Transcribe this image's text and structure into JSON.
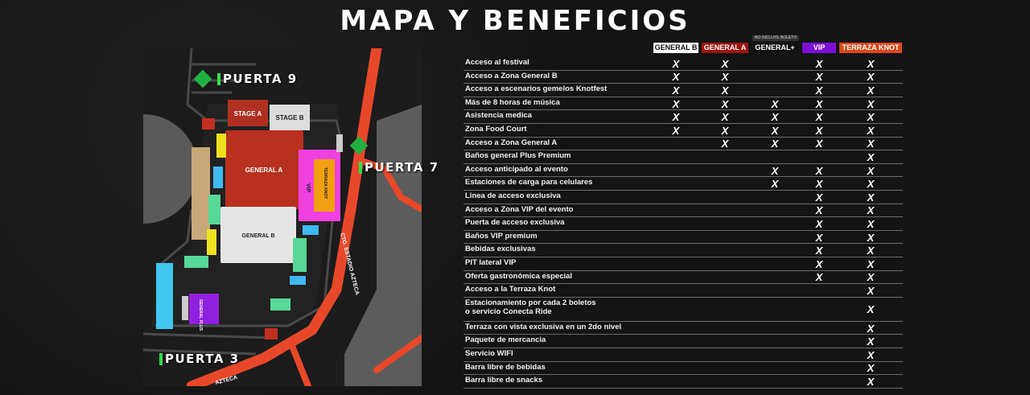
{
  "title": "MAPA Y BENEFICIOS",
  "map": {
    "gates": {
      "puerta9": "PUERTA 9",
      "puerta7": "PUERTA 7",
      "puerta3": "PUERTA 3"
    },
    "labels": {
      "stage_a": "STAGE A",
      "stage_b": "STAGE B",
      "general_a": "GENERAL A",
      "general_b": "GENERAL B",
      "vip": "VIP",
      "terraza": "TERRAZA KNOT",
      "general_plus": "GENERAL PLUS",
      "road": "CTO. ESTADIO AZTECA",
      "road2": "AZTECA"
    }
  },
  "table": {
    "mark": "X",
    "note": "NO INCLUYE BOLETO",
    "columns": [
      {
        "label": "GENERAL B",
        "bg": "#ffffff",
        "fg": "#111111"
      },
      {
        "label": "GENERAL A",
        "bg": "#9c1410",
        "fg": "#ffffff"
      },
      {
        "label": "GENERAL+",
        "bg": "#111111",
        "fg": "#ffffff"
      },
      {
        "label": "VIP",
        "bg": "#7a10d8",
        "fg": "#ffffff"
      },
      {
        "label": "TERRAZA KNOT",
        "bg": "#d8481a",
        "fg": "#ffffff"
      }
    ],
    "rows": [
      {
        "label": "Acceso al festival",
        "marks": [
          1,
          1,
          0,
          1,
          1
        ]
      },
      {
        "label": "Acceso a Zona General B",
        "marks": [
          1,
          1,
          0,
          1,
          1
        ]
      },
      {
        "label": "Acceso a escenarios gemelos Knotfest",
        "marks": [
          1,
          1,
          0,
          1,
          1
        ]
      },
      {
        "label": "Más de 8 horas de música",
        "marks": [
          1,
          1,
          1,
          1,
          1
        ]
      },
      {
        "label": "Asistencia medica",
        "marks": [
          1,
          1,
          1,
          1,
          1
        ]
      },
      {
        "label": "Zona Food Court",
        "marks": [
          1,
          1,
          1,
          1,
          1
        ]
      },
      {
        "label": "Acceso a Zona General A",
        "marks": [
          0,
          1,
          1,
          1,
          1
        ]
      },
      {
        "label": "Baños general Plus Premium",
        "marks": [
          0,
          0,
          0,
          0,
          1
        ]
      },
      {
        "label": "Acceso anticipado al evento",
        "marks": [
          0,
          0,
          1,
          1,
          1
        ]
      },
      {
        "label": "Estaciones de carga para celulares",
        "marks": [
          0,
          0,
          1,
          1,
          1
        ]
      },
      {
        "label": "Linea de acceso exclusiva",
        "marks": [
          0,
          0,
          0,
          1,
          1
        ]
      },
      {
        "label": "Acceso a Zona VIP del evento",
        "marks": [
          0,
          0,
          0,
          1,
          1
        ]
      },
      {
        "label": "Puerta de acceso exclusiva",
        "marks": [
          0,
          0,
          0,
          1,
          1
        ]
      },
      {
        "label": "Baños VIP premium",
        "marks": [
          0,
          0,
          0,
          1,
          1
        ]
      },
      {
        "label": "Bebidas exclusivas",
        "marks": [
          0,
          0,
          0,
          1,
          1
        ]
      },
      {
        "label": "PIT lateral VIP",
        "marks": [
          0,
          0,
          0,
          1,
          1
        ]
      },
      {
        "label": "Oferta gastronómica especial",
        "marks": [
          0,
          0,
          0,
          1,
          1
        ]
      },
      {
        "label": "Acceso a la Terraza Knot",
        "marks": [
          0,
          0,
          0,
          0,
          1
        ]
      },
      {
        "label": "Estacionamiento por cada 2 boletos\no servicio Conecta Ride",
        "marks": [
          0,
          0,
          0,
          0,
          1
        ]
      },
      {
        "label": "Terraza con vista exclusiva en un 2do nivel",
        "marks": [
          0,
          0,
          0,
          0,
          1
        ]
      },
      {
        "label": "Paquete de mercancia",
        "marks": [
          0,
          0,
          0,
          0,
          1
        ]
      },
      {
        "label": "Servicio WIFI",
        "marks": [
          0,
          0,
          0,
          0,
          1
        ]
      },
      {
        "label": "Barra libre de bebidas",
        "marks": [
          0,
          0,
          0,
          0,
          1
        ]
      },
      {
        "label": "Barra libre de snacks",
        "marks": [
          0,
          0,
          0,
          0,
          1
        ]
      }
    ]
  }
}
